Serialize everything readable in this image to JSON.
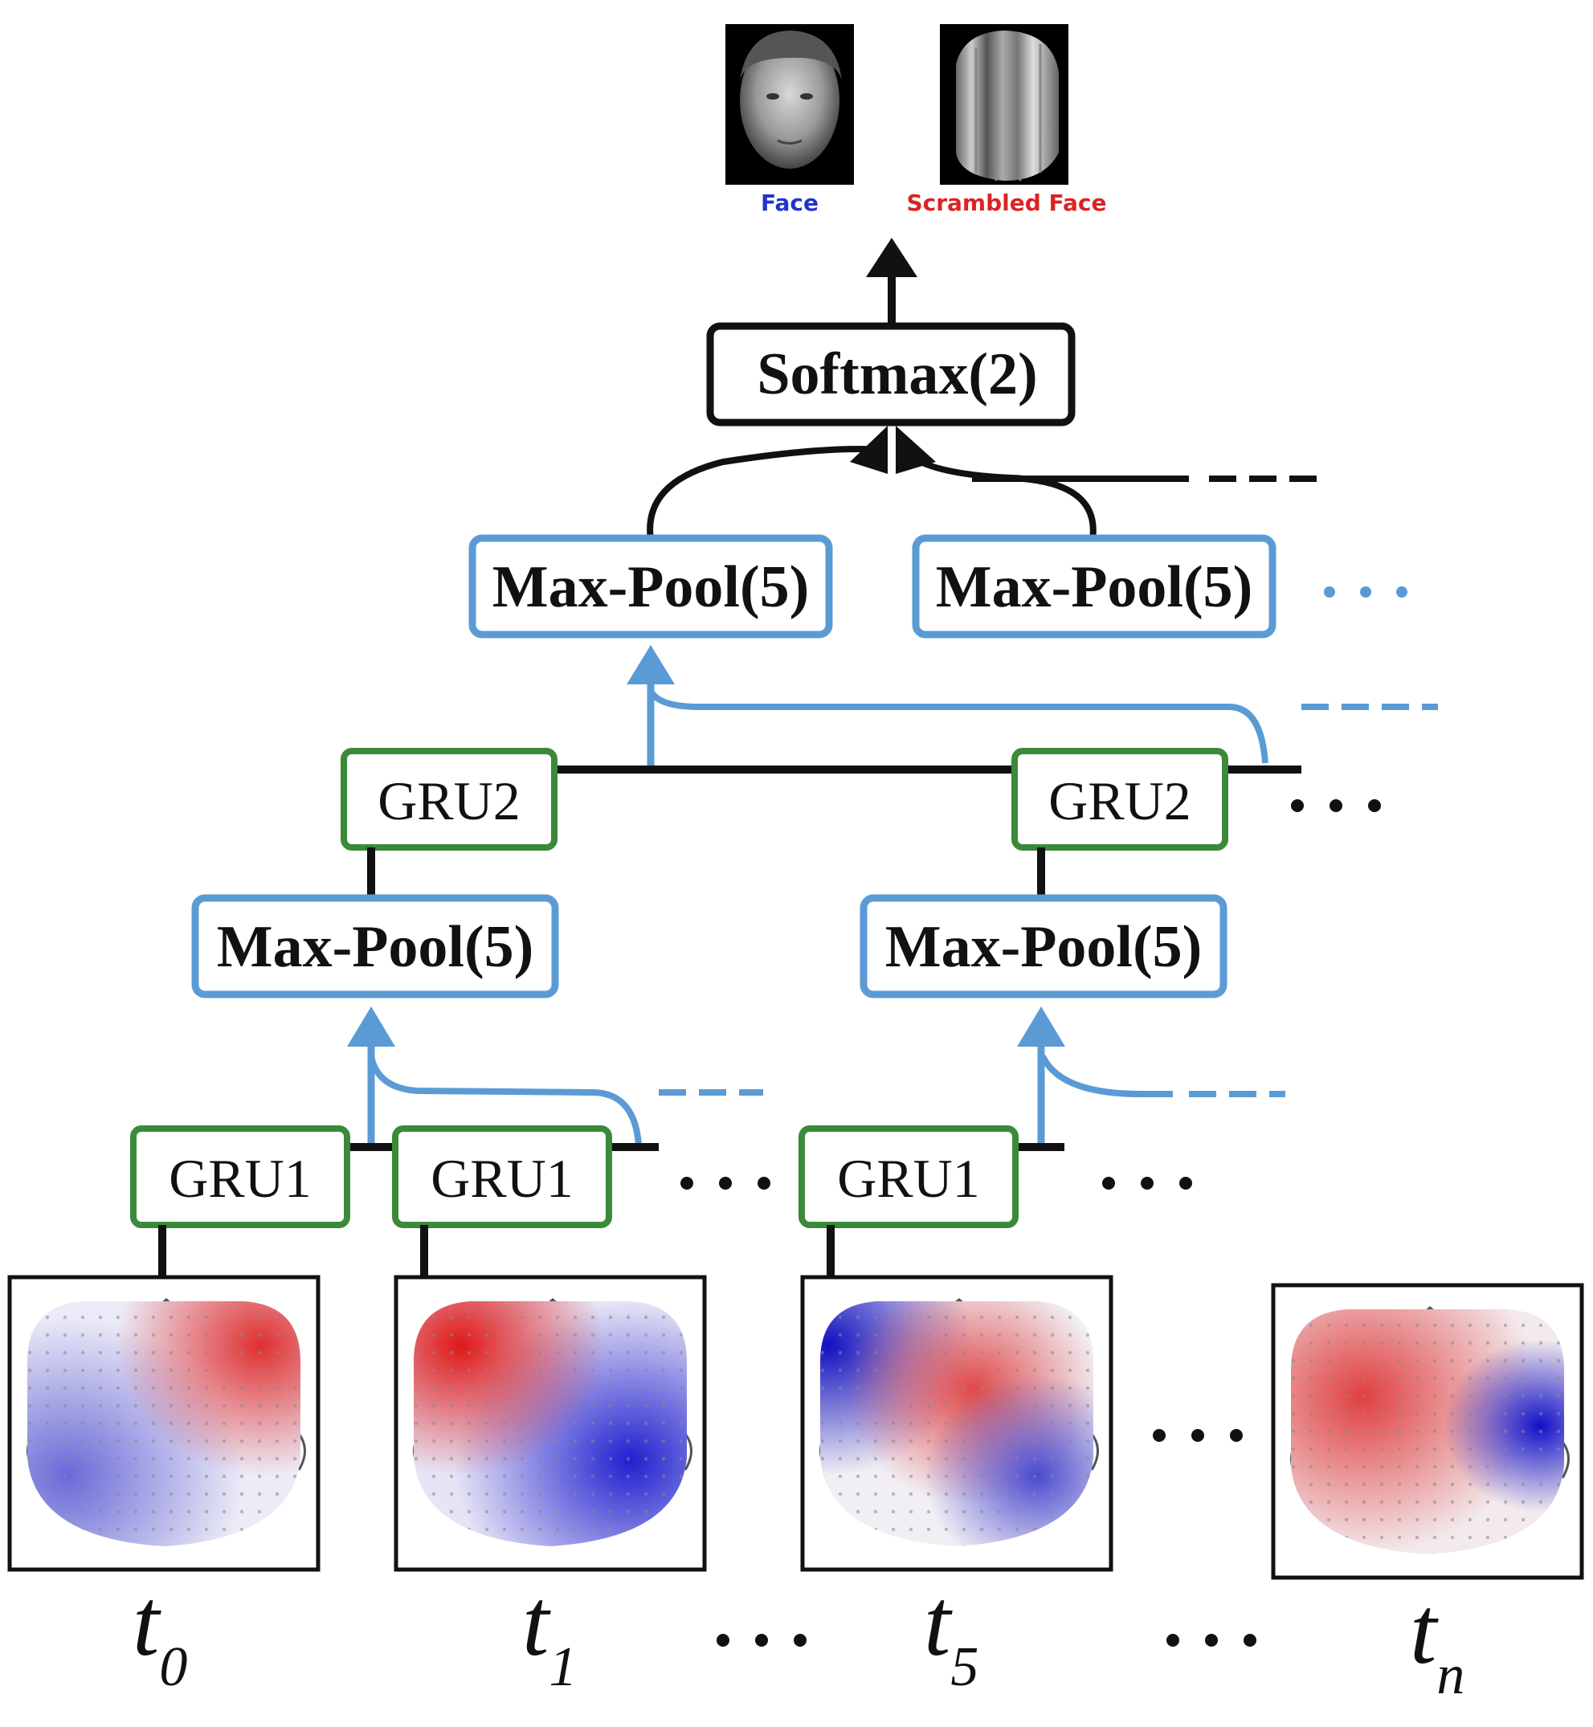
{
  "output": {
    "classes": [
      {
        "label": "Face",
        "color": "#2233cc"
      },
      {
        "label": "Scrambled Face",
        "color": "#dd2222"
      }
    ]
  },
  "softmax": {
    "label": "Softmax(2)"
  },
  "maxpool_top": [
    {
      "label": "Max-Pool(5)"
    },
    {
      "label": "Max-Pool(5)"
    }
  ],
  "gru2": [
    {
      "label": "GRU2"
    },
    {
      "label": "GRU2"
    }
  ],
  "maxpool_mid": [
    {
      "label": "Max-Pool(5)"
    },
    {
      "label": "Max-Pool(5)"
    }
  ],
  "gru1": [
    {
      "label": "GRU1"
    },
    {
      "label": "GRU1"
    },
    {
      "label": "GRU1"
    }
  ],
  "ellipsis": "•••",
  "timesteps": [
    {
      "base": "t",
      "sub": "0"
    },
    {
      "base": "t",
      "sub": "1"
    },
    {
      "base": "t",
      "sub": "5"
    },
    {
      "base": "t",
      "sub": "n"
    }
  ],
  "colors": {
    "gru_border": "#3a8a3a",
    "maxpool_border": "#5b9bd5",
    "line_black": "#111111",
    "line_blue": "#5b9bd5",
    "face_blue": "#2233cc",
    "face_red": "#dd2222"
  }
}
